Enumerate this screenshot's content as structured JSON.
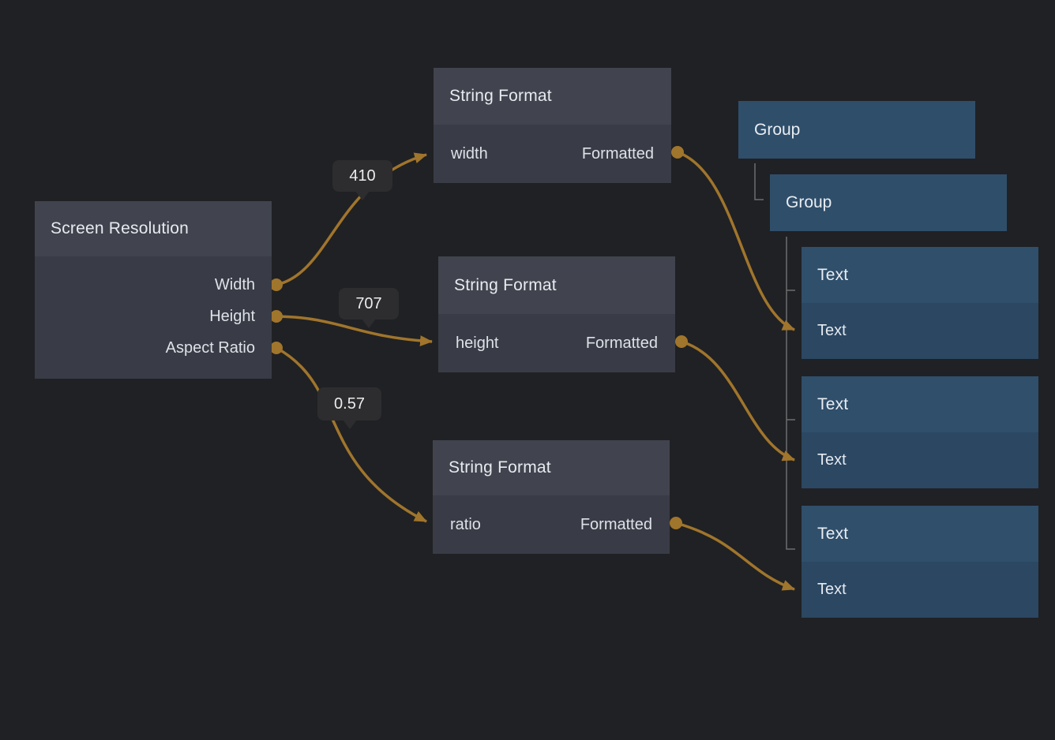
{
  "graph": {
    "screen_resolution": {
      "title": "Screen Resolution",
      "outputs": [
        "Width",
        "Height",
        "Aspect Ratio"
      ]
    },
    "string_format_width": {
      "title": "String Format",
      "input": "width",
      "output": "Formatted"
    },
    "string_format_height": {
      "title": "String Format",
      "input": "height",
      "output": "Formatted"
    },
    "string_format_ratio": {
      "title": "String Format",
      "input": "ratio",
      "output": "Formatted"
    },
    "group_1": {
      "title": "Group"
    },
    "group_2": {
      "title": "Group"
    },
    "text_1": {
      "title": "Text",
      "input": "Text"
    },
    "text_2": {
      "title": "Text",
      "input": "Text"
    },
    "text_3": {
      "title": "Text",
      "input": "Text"
    }
  },
  "wire_values": {
    "width": "410",
    "height": "707",
    "ratio": "0.57"
  },
  "colors": {
    "background": "#202124",
    "node_header": "#41444e",
    "node_body": "#393c46",
    "blue_node": "#2f4e6a",
    "blue_row": "#2b4762",
    "wire": "#a0752c",
    "badge_bg": "#2d2d2f",
    "tree_line": "#6e6e6e"
  }
}
